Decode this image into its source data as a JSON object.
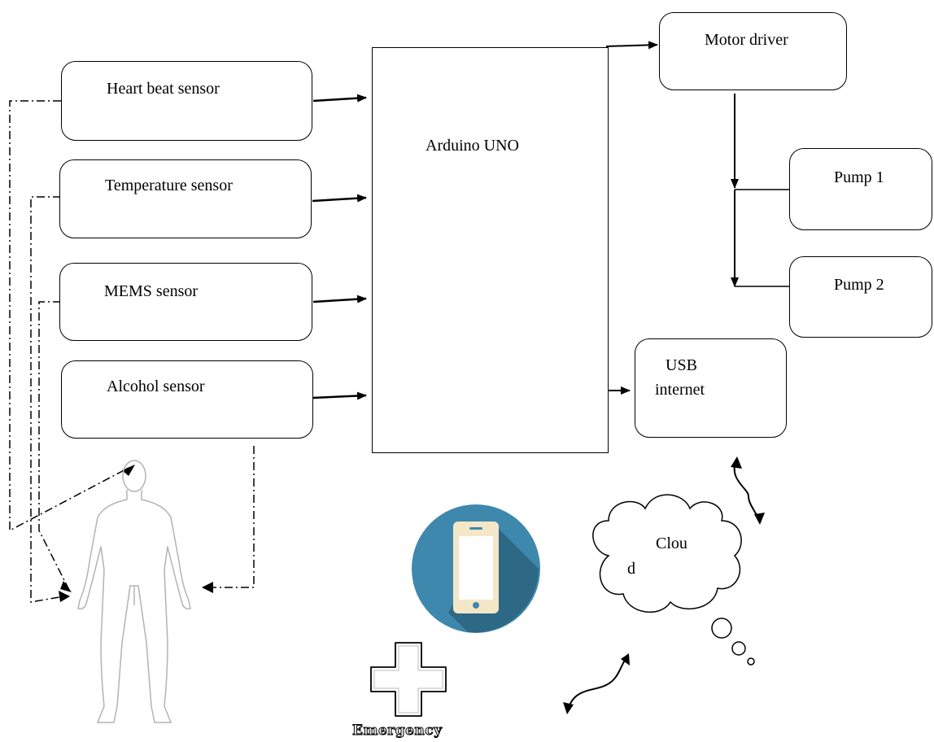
{
  "sensors": [
    {
      "label": "Heart beat sensor"
    },
    {
      "label": "Temperature sensor"
    },
    {
      "label": "MEMS sensor"
    },
    {
      "label": "Alcohol sensor"
    }
  ],
  "controller": {
    "label": "Arduino UNO"
  },
  "motor_driver": {
    "label": "Motor driver"
  },
  "pumps": [
    {
      "label": "Pump 1"
    },
    {
      "label": "Pump 2"
    }
  ],
  "usb": {
    "line1": "USB",
    "line2": "internet"
  },
  "cloud": {
    "line1": "Clou",
    "line2": "d"
  },
  "emergency": {
    "label": "Emergency"
  },
  "icons": {
    "human": "human-body-icon",
    "phone": "smartphone-icon",
    "cross": "medical-cross-icon"
  },
  "colors": {
    "phone_circle": "#3f88ad",
    "phone_shadow": "#2d6885",
    "phone_screen": "#ffffff",
    "phone_body": "#f4e7c8",
    "line": "#000000"
  }
}
